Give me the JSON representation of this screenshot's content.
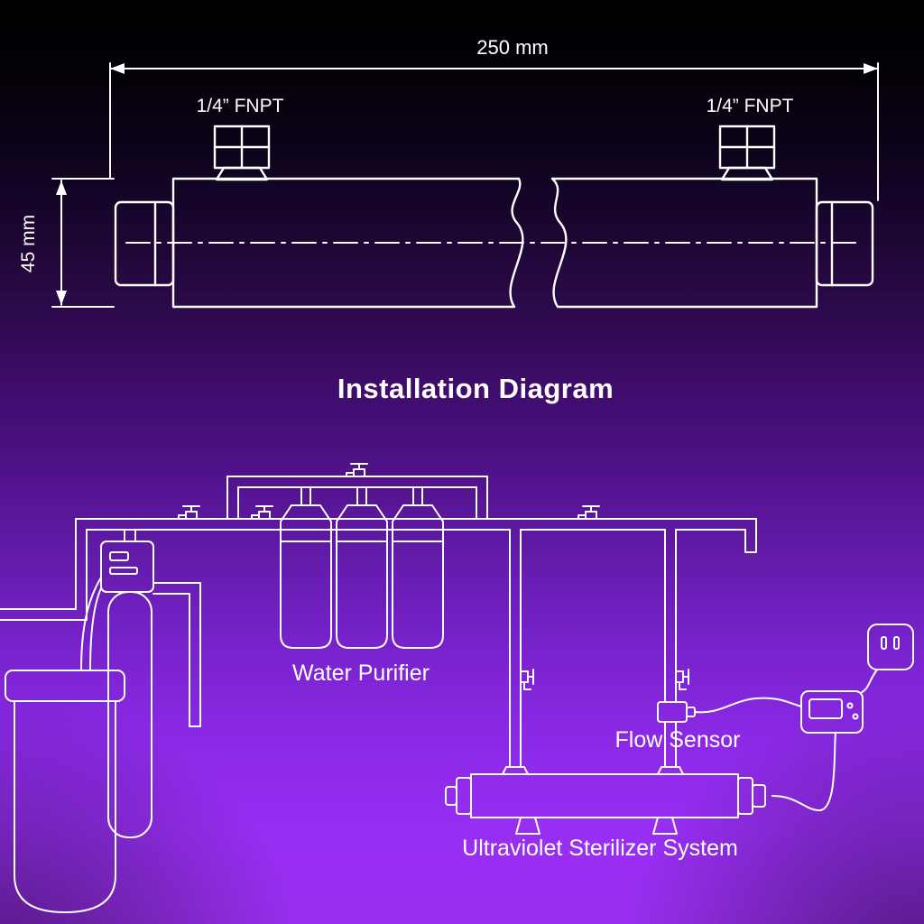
{
  "title": "Installation Diagram",
  "dimension_drawing": {
    "length_label": "250 mm",
    "diameter_label": "45 mm",
    "left_port_label": "1/4” FNPT",
    "right_port_label": "1/4” FNPT"
  },
  "installation_diagram": {
    "labels": {
      "water_purifier": "Water Purifier",
      "flow_sensor": "Flow Sensor",
      "uv_system": "Ultraviolet Sterilizer System"
    }
  },
  "colors": {
    "line": "#ffffff",
    "background_top": "#000000",
    "background_bottom": "#9a2ff0"
  }
}
